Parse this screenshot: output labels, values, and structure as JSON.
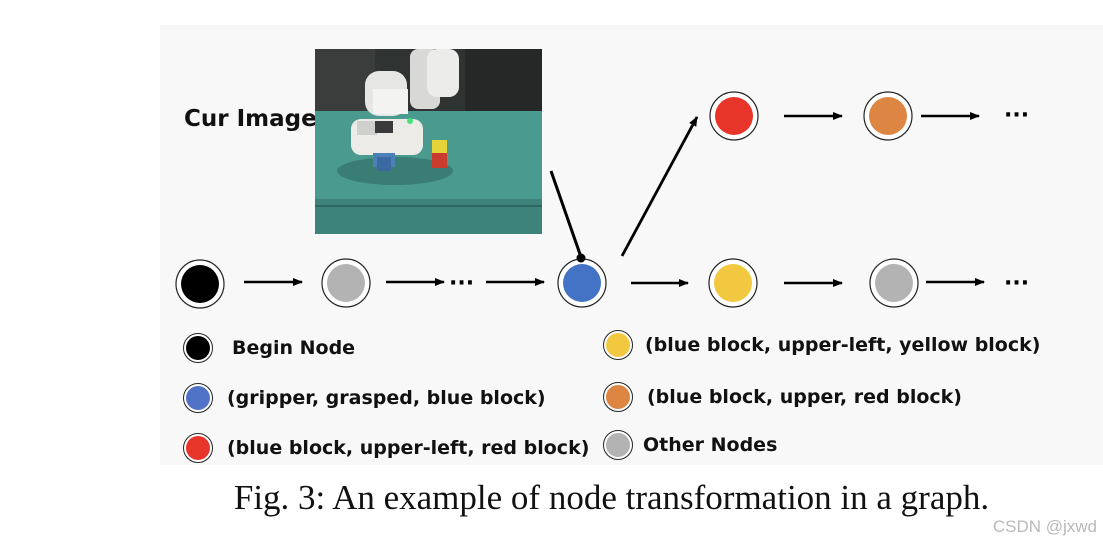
{
  "image_label": "Cur Image",
  "colors": {
    "begin": "#000000",
    "other": "#b3b3b3",
    "blue": "#4472c4",
    "yellow": "#f2c840",
    "red": "#e8352a",
    "orange": "#dd8543"
  },
  "ellipsis": "···",
  "legend": {
    "begin": "Begin Node",
    "blue": "(gripper, grasped, blue block)",
    "red": "(blue block, upper-left, red block)",
    "yellow": "(blue block, upper-left, yellow block)",
    "orange": "(blue block, upper, red block)",
    "other": "Other Nodes"
  },
  "caption": "Fig. 3: An example of node transformation in a graph.",
  "watermark": "CSDN @jxwd"
}
